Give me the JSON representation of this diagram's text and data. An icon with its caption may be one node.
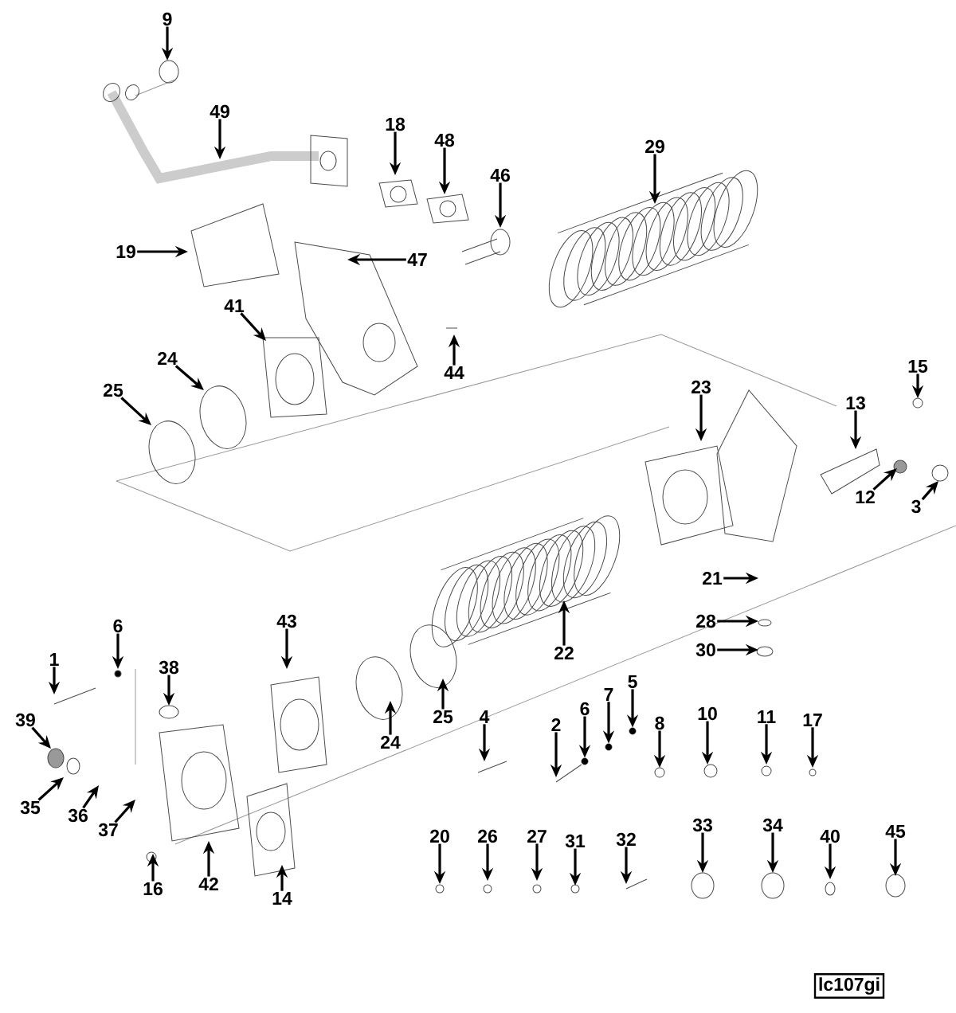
{
  "diagram": {
    "nodes": [
      {
        "text": [
          "9"
        ]
      },
      {
        "text": [
          "49"
        ]
      },
      {
        "text": [
          "18"
        ]
      },
      {
        "text": [
          "48"
        ]
      },
      {
        "text": [
          "46"
        ]
      },
      {
        "text": [
          "29"
        ]
      },
      {
        "text": [
          "19"
        ]
      },
      {
        "text": [
          "47"
        ]
      },
      {
        "text": [
          "41"
        ]
      },
      {
        "text": [
          "24"
        ]
      },
      {
        "text": [
          "25"
        ]
      },
      {
        "text": [
          "44"
        ]
      },
      {
        "text": [
          "15"
        ]
      },
      {
        "text": [
          "23"
        ]
      },
      {
        "text": [
          "13"
        ]
      },
      {
        "text": [
          "12"
        ]
      },
      {
        "text": [
          "3"
        ]
      },
      {
        "text": [
          "21"
        ]
      },
      {
        "text": [
          "28"
        ]
      },
      {
        "text": [
          "30"
        ]
      },
      {
        "text": [
          "22"
        ]
      },
      {
        "text": [
          "6"
        ]
      },
      {
        "text": [
          "43"
        ]
      },
      {
        "text": [
          "1"
        ]
      },
      {
        "text": [
          "38"
        ]
      },
      {
        "text": [
          "39"
        ]
      },
      {
        "text": [
          "25"
        ]
      },
      {
        "text": [
          "24"
        ]
      },
      {
        "text": [
          "4"
        ]
      },
      {
        "text": [
          "5"
        ]
      },
      {
        "text": [
          "7"
        ]
      },
      {
        "text": [
          "6"
        ]
      },
      {
        "text": [
          "2"
        ]
      },
      {
        "text": [
          "8"
        ]
      },
      {
        "text": [
          "10"
        ]
      },
      {
        "text": [
          "11"
        ]
      },
      {
        "text": [
          "17"
        ]
      },
      {
        "text": [
          "35"
        ]
      },
      {
        "text": [
          "36"
        ]
      },
      {
        "text": [
          "37"
        ]
      },
      {
        "text": [
          "16"
        ]
      },
      {
        "text": [
          "42"
        ]
      },
      {
        "text": [
          "14"
        ]
      },
      {
        "text": [
          "20"
        ]
      },
      {
        "text": [
          "26"
        ]
      },
      {
        "text": [
          "27"
        ]
      },
      {
        "text": [
          "31"
        ]
      },
      {
        "text": [
          "32"
        ]
      },
      {
        "text": [
          "33"
        ]
      },
      {
        "text": [
          "34"
        ]
      },
      {
        "text": [
          "40"
        ]
      },
      {
        "text": [
          "45"
        ]
      },
      {
        "text": [
          "lc107gi"
        ]
      },
      {
        "text": [],
        "shape": "circle"
      },
      {
        "text": [],
        "shape": "circle"
      },
      {
        "text": [],
        "shape": "circle"
      }
    ],
    "edges": [
      {
        "from": 0,
        "to": null,
        "arrow": "to"
      },
      {
        "from": 1,
        "to": null,
        "arrow": "to"
      },
      {
        "from": 2,
        "to": null,
        "arrow": "to"
      },
      {
        "from": 3,
        "to": null,
        "arrow": "to"
      },
      {
        "from": 4,
        "to": null,
        "arrow": "to"
      },
      {
        "from": 5,
        "to": null,
        "arrow": "to"
      },
      {
        "from": 6,
        "to": null,
        "arrow": "to"
      },
      {
        "from": 7,
        "to": null,
        "arrow": "to"
      },
      {
        "from": 8,
        "to": null,
        "arrow": "to"
      },
      {
        "from": 9,
        "to": null,
        "arrow": "to"
      },
      {
        "from": 10,
        "to": null,
        "arrow": "to"
      },
      {
        "from": 11,
        "to": null,
        "arrow": "to"
      },
      {
        "from": 12,
        "to": null,
        "arrow": "to"
      },
      {
        "from": 13,
        "to": null,
        "arrow": "to"
      },
      {
        "from": 14,
        "to": null,
        "arrow": "to"
      },
      {
        "from": 15,
        "to": null,
        "arrow": "to"
      },
      {
        "from": 16,
        "to": null,
        "arrow": "to"
      },
      {
        "from": 17,
        "to": null,
        "arrow": "to"
      },
      {
        "from": 18,
        "to": null,
        "arrow": "to"
      },
      {
        "from": 19,
        "to": null,
        "arrow": "to"
      },
      {
        "from": 20,
        "to": null,
        "arrow": "to"
      },
      {
        "from": 21,
        "to": null,
        "arrow": "to"
      },
      {
        "from": 22,
        "to": null,
        "arrow": "to"
      },
      {
        "from": 23,
        "to": null,
        "arrow": "to"
      },
      {
        "from": 24,
        "to": null,
        "arrow": "to"
      },
      {
        "from": 25,
        "to": null,
        "arrow": "to"
      },
      {
        "from": 26,
        "to": null,
        "arrow": "to"
      },
      {
        "from": 27,
        "to": null,
        "arrow": "to"
      },
      {
        "from": 28,
        "to": null,
        "arrow": "to"
      },
      {
        "from": 29,
        "to": 55,
        "arrow": "to"
      },
      {
        "from": 30,
        "to": 54,
        "arrow": "to"
      },
      {
        "from": 31,
        "to": 53,
        "arrow": "to"
      },
      {
        "from": 32,
        "to": null,
        "arrow": "to"
      },
      {
        "from": 33,
        "to": null,
        "arrow": "to"
      },
      {
        "from": 34,
        "to": null,
        "arrow": "to"
      },
      {
        "from": 35,
        "to": null,
        "arrow": "to"
      },
      {
        "from": 36,
        "to": null,
        "arrow": "to"
      },
      {
        "from": 37,
        "to": null,
        "arrow": "to"
      },
      {
        "from": 38,
        "to": null,
        "arrow": "to"
      },
      {
        "from": 39,
        "to": null,
        "arrow": "to"
      },
      {
        "from": 40,
        "to": null,
        "arrow": "to"
      },
      {
        "from": 41,
        "to": null,
        "arrow": "to"
      },
      {
        "from": 42,
        "to": null,
        "arrow": "to"
      },
      {
        "from": 43,
        "to": null,
        "arrow": "to"
      },
      {
        "from": 44,
        "to": null,
        "arrow": "to"
      },
      {
        "from": 45,
        "to": null,
        "arrow": "to"
      },
      {
        "from": 46,
        "to": null,
        "arrow": "to"
      },
      {
        "from": 47,
        "to": null,
        "arrow": "to"
      },
      {
        "from": 48,
        "to": null,
        "arrow": "to"
      },
      {
        "from": 49,
        "to": null,
        "arrow": "to"
      },
      {
        "from": 50,
        "to": null,
        "arrow": "to"
      },
      {
        "from": 51,
        "to": null,
        "arrow": "to"
      }
    ]
  }
}
